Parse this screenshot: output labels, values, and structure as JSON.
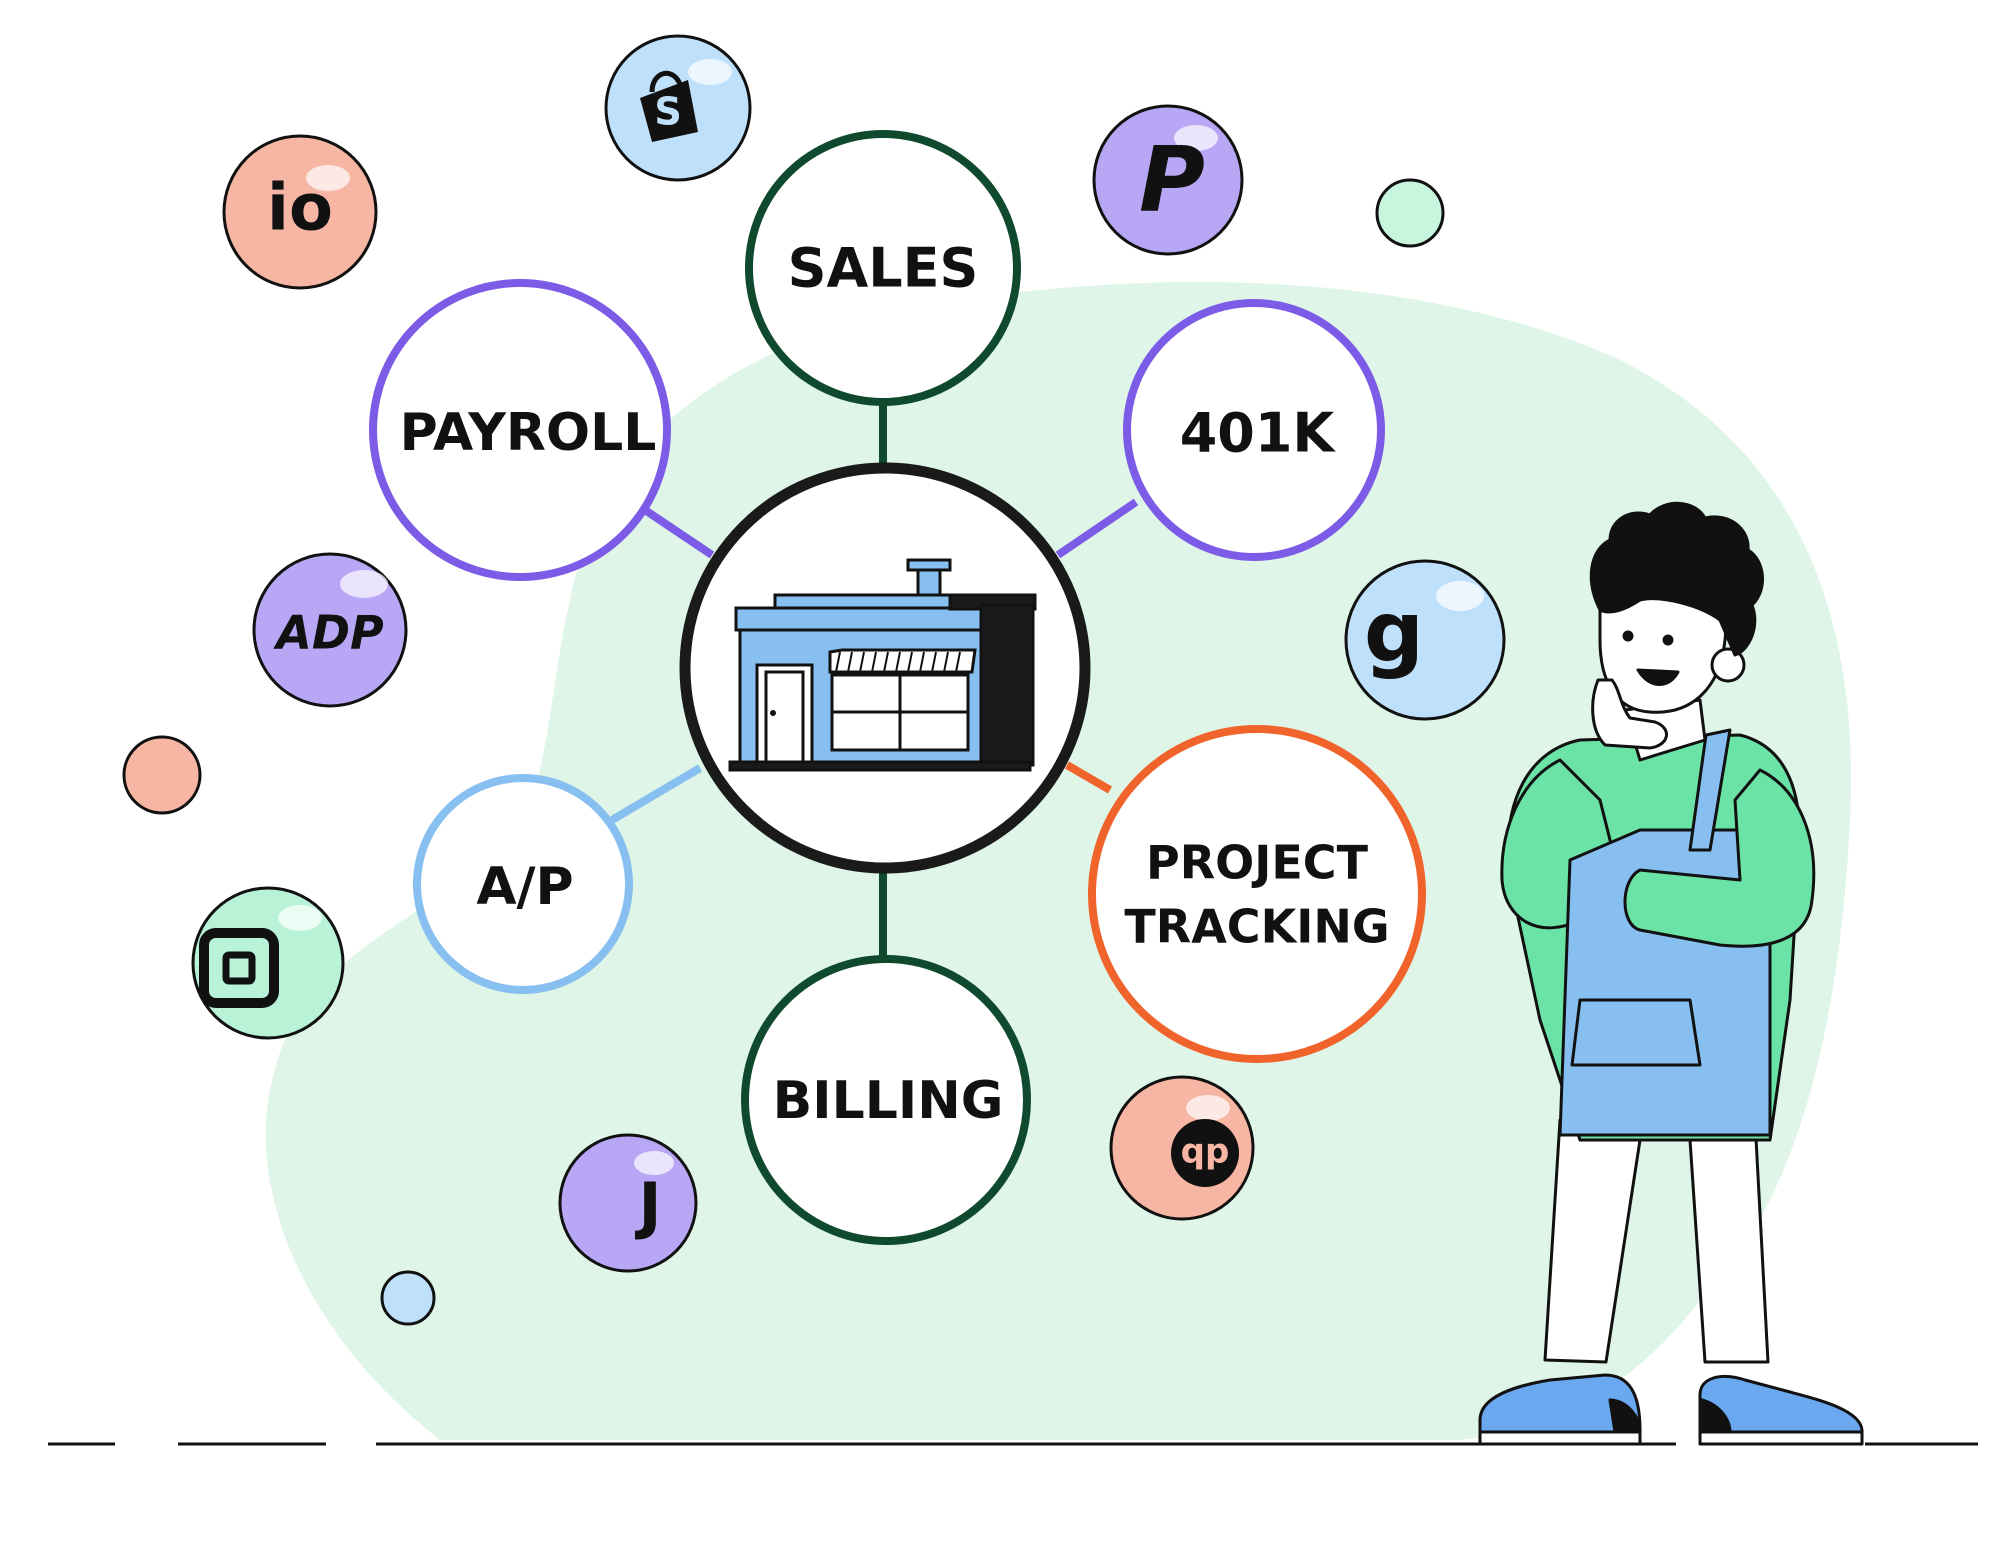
{
  "diagram": {
    "center": {
      "icon": "storefront-icon"
    },
    "nodes": [
      {
        "id": "sales",
        "label": "SALES",
        "color": "#0f4a2e"
      },
      {
        "id": "payroll",
        "label": "PAYROLL",
        "color": "#7c5ce6"
      },
      {
        "id": "401k",
        "label": "401K",
        "color": "#7c5ce6"
      },
      {
        "id": "ap",
        "label": "A/P",
        "color": "#86bff0"
      },
      {
        "id": "project",
        "label_line1": "PROJECT",
        "label_line2": "TRACKING",
        "color": "#f0642c"
      },
      {
        "id": "billing",
        "label": "BILLING",
        "color": "#0f4a2e"
      }
    ]
  },
  "bubbles": [
    {
      "name": "io-logo-bubble",
      "icon": "io-logo",
      "text": "io",
      "color": "#f7b6a3"
    },
    {
      "name": "shopify-logo-bubble",
      "icon": "shopify-bag-icon",
      "text": "S",
      "color": "#bfe0fb"
    },
    {
      "name": "p-logo-bubble",
      "icon": "p-logo",
      "text": "P",
      "color": "#b7a7f5"
    },
    {
      "name": "adp-logo-bubble",
      "icon": "adp-logo",
      "text": "ADP",
      "color": "#b7a7f5"
    },
    {
      "name": "g-logo-bubble",
      "icon": "g-logo",
      "text": "g",
      "color": "#bfe0fb"
    },
    {
      "name": "square-logo-bubble",
      "icon": "square-logo",
      "text": "",
      "color": "#b8f3d8"
    },
    {
      "name": "qp-logo-bubble",
      "icon": "qp-logo",
      "text": "qp",
      "color": "#f7b6a3"
    },
    {
      "name": "j-logo-bubble",
      "icon": "j-logo",
      "text": "J",
      "color": "#b7a7f5"
    }
  ],
  "colors": {
    "background_blob": "#def5e8",
    "outline": "#111111",
    "shirt": "#6ce3a6",
    "apron": "#86bff0",
    "shoe": "#6aa8ef"
  }
}
